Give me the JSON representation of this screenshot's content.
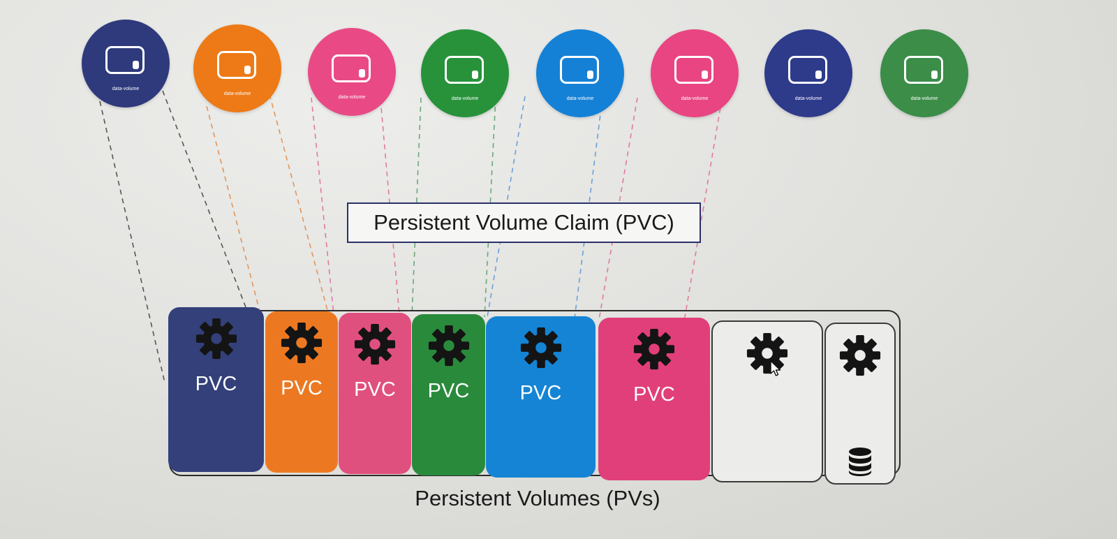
{
  "volumes": [
    {
      "label": "data-volume",
      "color": "#2e3a7c"
    },
    {
      "label": "data-volume",
      "color": "#ed7a16"
    },
    {
      "label": "data-volume",
      "color": "#e94a86"
    },
    {
      "label": "data-volume",
      "color": "#27923a"
    },
    {
      "label": "data-volume",
      "color": "#1581d6"
    },
    {
      "label": "data-volume",
      "color": "#e94582"
    },
    {
      "label": "data-volume",
      "color": "#2e3a8a"
    },
    {
      "label": "data-volume",
      "color": "#3b8d48"
    }
  ],
  "pvc_box_title": "Persistent Volume Claim (PVC)",
  "pvcs": [
    {
      "label": "PVC",
      "color": "#33407a",
      "icon": "gear-icon"
    },
    {
      "label": "PVC",
      "color": "#ec7922",
      "icon": "gear-icon"
    },
    {
      "label": "PVC",
      "color": "#e0507f",
      "icon": "gear-icon"
    },
    {
      "label": "PVC",
      "color": "#2a8a3c",
      "icon": "gear-icon"
    },
    {
      "label": "PVC",
      "color": "#1584d4",
      "icon": "gear-icon"
    },
    {
      "label": "PVC",
      "color": "#e13f79",
      "icon": "gear-icon"
    }
  ],
  "empty_slots": [
    {
      "icon": "gear-icon"
    },
    {
      "icon": "gear-icon",
      "extra_icon": "database-icon"
    }
  ],
  "pv_title": "Persistent Volumes (PVs)"
}
